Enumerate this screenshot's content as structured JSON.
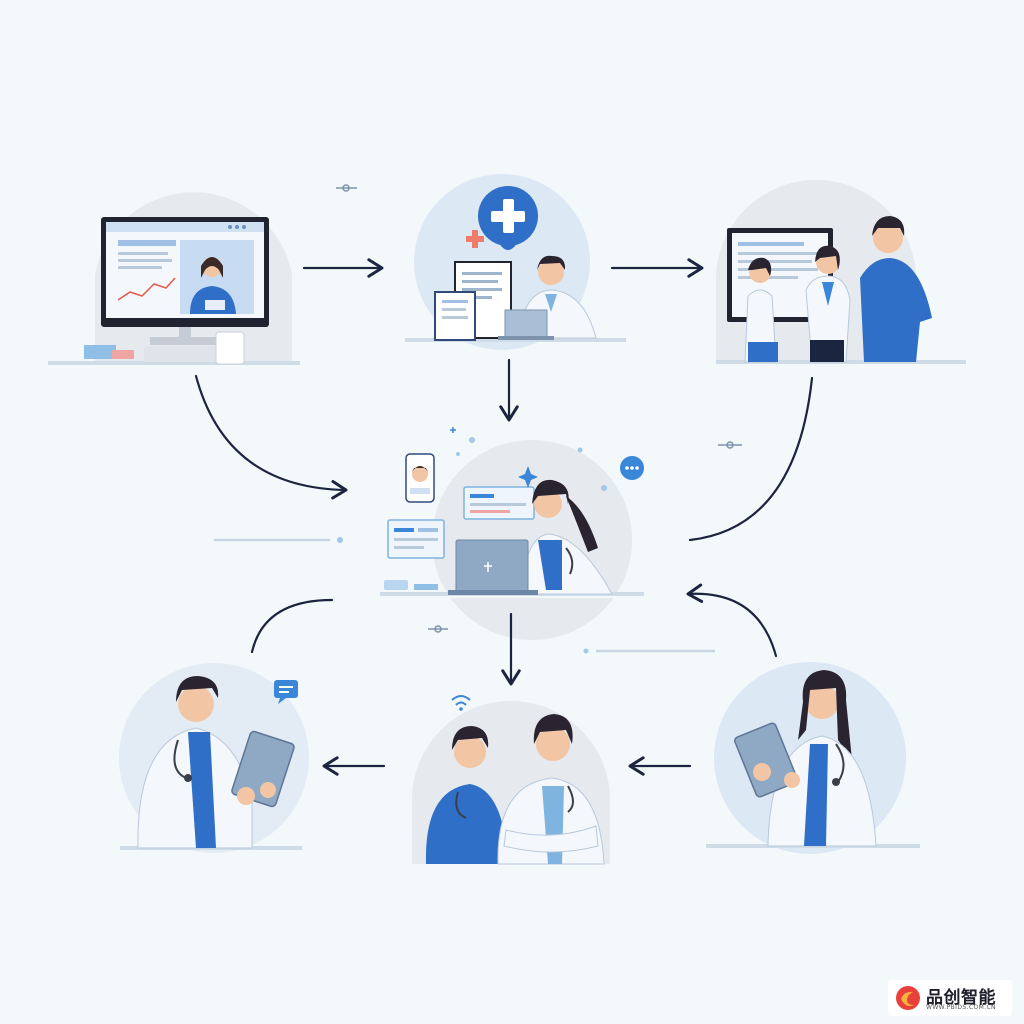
{
  "diagram": {
    "type": "workflow-illustration",
    "scenes": [
      {
        "id": "telehealth-desktop",
        "icons": [
          "monitor-icon",
          "patient-avatar"
        ]
      },
      {
        "id": "medical-records",
        "icons": [
          "medical-plus-icon",
          "document-icon",
          "laptop-icon"
        ]
      },
      {
        "id": "consultation-screen",
        "icons": [
          "monitor-icon",
          "people-group"
        ]
      },
      {
        "id": "central-hub",
        "icons": [
          "laptop-icon",
          "phone-icon",
          "dashboard-icon"
        ]
      },
      {
        "id": "doctor-tablet-left",
        "icons": [
          "tablet-icon",
          "chat-bubble-icon"
        ]
      },
      {
        "id": "care-team",
        "icons": [
          "stethoscope-icon",
          "wifi-icon"
        ]
      },
      {
        "id": "doctor-tablet-right",
        "icons": [
          "tablet-icon",
          "stethoscope-icon"
        ]
      }
    ],
    "colors": {
      "background": "#f3f8fa",
      "arrow": "#1c2540",
      "accent_blue": "#2f6fc7",
      "light_blue": "#dbe8f6",
      "skin": "#f2c6a4",
      "hair": "#2a2430"
    }
  },
  "watermark": {
    "name": "品创智能",
    "url": "WWW.PBIDS.COM.CN"
  }
}
